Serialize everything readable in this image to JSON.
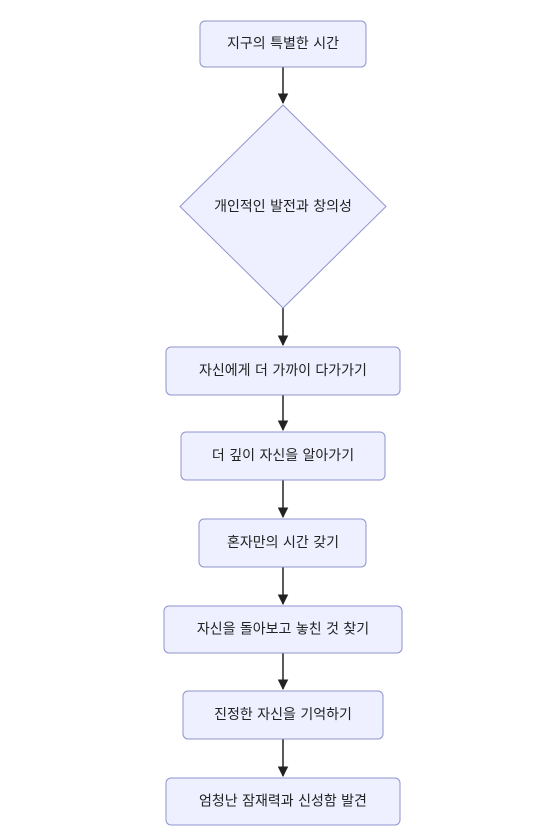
{
  "flowchart": {
    "nodes": [
      {
        "id": "start",
        "shape": "rect",
        "label": "지구의 특별한 시간"
      },
      {
        "id": "decision",
        "shape": "diamond",
        "label": "개인적인 발전과 창의성"
      },
      {
        "id": "step1",
        "shape": "rect",
        "label": "자신에게 더 가까이 다가가기"
      },
      {
        "id": "step2",
        "shape": "rect",
        "label": "더 깊이 자신을 알아가기"
      },
      {
        "id": "step3",
        "shape": "rect",
        "label": "혼자만의 시간 갖기"
      },
      {
        "id": "step4",
        "shape": "rect",
        "label": "자신을 돌아보고 놓친 것 찾기"
      },
      {
        "id": "step5",
        "shape": "rect",
        "label": "진정한 자신을 기억하기"
      },
      {
        "id": "step6",
        "shape": "rect",
        "label": "엄청난 잠재력과 신성함 발견"
      }
    ],
    "edges": [
      {
        "from": "start",
        "to": "decision"
      },
      {
        "from": "decision",
        "to": "step1"
      },
      {
        "from": "step1",
        "to": "step2"
      },
      {
        "from": "step2",
        "to": "step3"
      },
      {
        "from": "step3",
        "to": "step4"
      },
      {
        "from": "step4",
        "to": "step5"
      },
      {
        "from": "step5",
        "to": "step6"
      }
    ],
    "colors": {
      "node_fill": "#eef0ff",
      "node_stroke": "#8f93cf",
      "edge": "#222222",
      "text": "#222222"
    }
  }
}
